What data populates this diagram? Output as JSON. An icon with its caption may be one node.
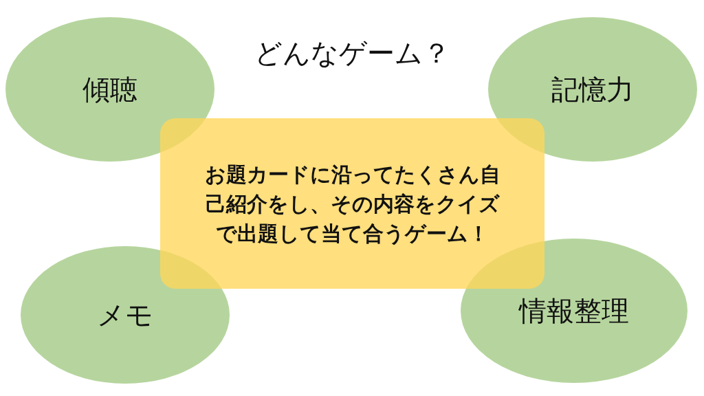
{
  "diagram": {
    "title": "どんなゲーム？",
    "nodes": [
      {
        "text": [
          "傾聴"
        ]
      },
      {
        "text": [
          "記憶力"
        ]
      },
      {
        "text": [
          "お題カードに沿ってたくさん自己紹介をし、その内容をクイズで出題して当て合うゲーム！"
        ]
      },
      {
        "text": [
          "メモ"
        ]
      },
      {
        "text": [
          "情報整理"
        ]
      }
    ]
  }
}
